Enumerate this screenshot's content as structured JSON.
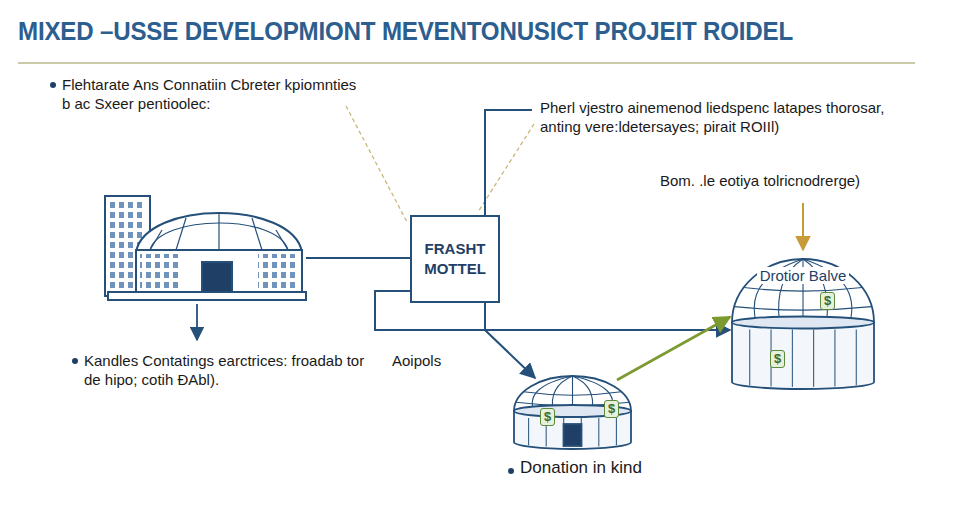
{
  "diagram": {
    "title": "MIXED –USSE DEVELOPMIONT MEVENTONUSICT PROJEIT ROIDEL",
    "nodes": [
      {
        "text": [
          "FRASHT MOTTEL"
        ]
      },
      {
        "text": [
          "Donation in kind"
        ]
      },
      {
        "text": [
          "Drotior Balve"
        ]
      }
    ],
    "edges": [
      {
        "from": 0,
        "to": 2,
        "arrow": "to"
      },
      {
        "from": 0,
        "to": 1,
        "arrow": "to"
      },
      {
        "from": 1,
        "to": 2,
        "arrow": "to"
      }
    ],
    "labels": [
      "Flehtarate Ans Connatiin Cbreter kpiomnties b ac Sxeer pentioolec:",
      "Pherl vjestro ainemenod liedspenc latapes thorosar, anting vere:ldetersayes; pirait ROIIl)",
      "Bom. .le eotiya tolricnodrerge)",
      "Kandles Contatings earctrices: froadab tor de hipo; cotih ÐAbl).",
      "Aoipols",
      "$",
      "$",
      "$",
      "$"
    ]
  }
}
